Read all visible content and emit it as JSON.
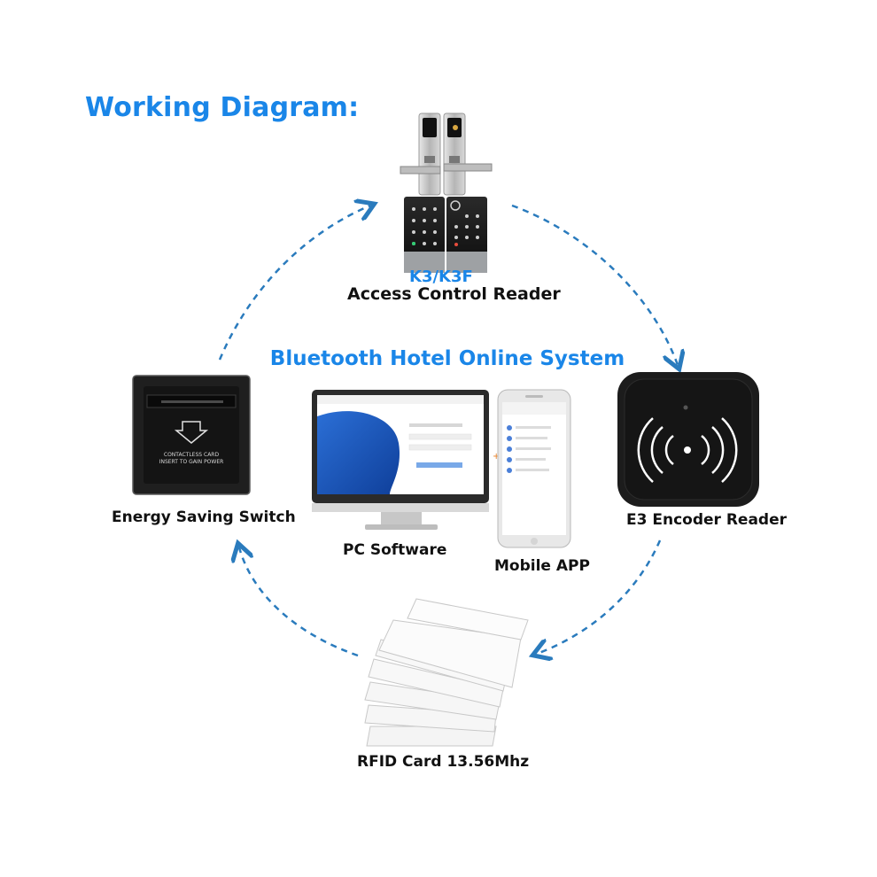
{
  "heading": "Working Diagram:",
  "system_title": "Bluetooth Hotel Online System",
  "nodes": {
    "access_reader": {
      "model": "K3/K3F",
      "label": "Access Control Reader"
    },
    "encoder": {
      "label": "E3 Encoder Reader"
    },
    "energy_switch": {
      "label": "Energy Saving Switch",
      "faceplate_text": [
        "CONTACTLESS CARD",
        "INSERT TO GAIN POWER"
      ]
    },
    "rfid_card": {
      "label": "RFID Card 13.56Mhz"
    },
    "pc": {
      "label": "PC Software"
    },
    "mobile": {
      "label": "Mobile APP"
    }
  },
  "colors": {
    "accent": "#1a86e8",
    "arrow": "#2a7bbd",
    "device_dark": "#1c1c1c",
    "text": "#111111"
  }
}
